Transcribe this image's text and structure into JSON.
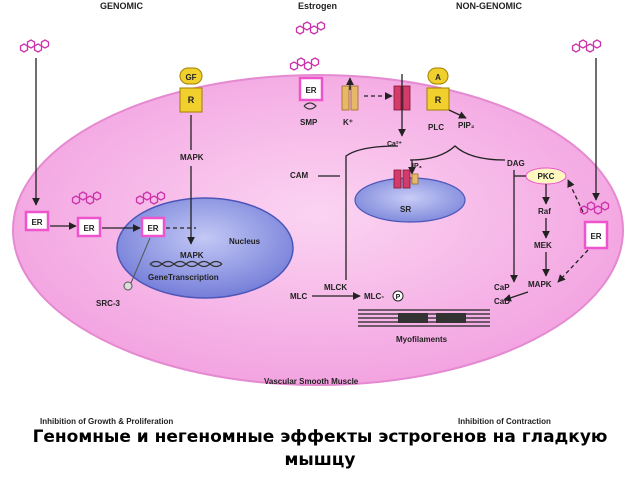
{
  "header": {
    "genomic": "GENOMIC",
    "estrogen": "Estrogen",
    "non_genomic": "NON-GENOMIC"
  },
  "labels": {
    "gf": "GF",
    "r": "R",
    "er": "ER",
    "a": "A",
    "smp": "SMP",
    "k": "K⁺",
    "plc": "PLC",
    "pip2": "PIP₂",
    "ca": "Ca²⁺",
    "ip3": "IP₃",
    "dag": "DAG",
    "cam": "CAM",
    "sr": "SR",
    "pkc": "PKC",
    "raf": "Raf",
    "mek": "MEK",
    "mapk": "MAPK",
    "nucleus": "Nucleus",
    "gene_transcription": "GeneTranscription",
    "src3": "SRC-3",
    "mlc": "MLC",
    "mlck": "MLCK",
    "mlc_p": "MLC-",
    "p": "P",
    "cap": "CaP",
    "cad": "CaD",
    "myofilaments": "Myofilaments",
    "vascular": "Vascular Smooth Muscle"
  },
  "footer": {
    "left": "Inhibition of Growth & Proliferation",
    "right": "Inhibition of Contraction"
  },
  "caption": "Геномные и негеномные эффекты эстрогенов на гладкую мышцу",
  "colors": {
    "cell_fill": "#f6b8e8",
    "nucleus_fill": "#8c95e0",
    "er_box": "#ee55cc",
    "receptor_yellow": "#f1d02e",
    "channel_pink": "#d23b6a",
    "channel_tan": "#e8b86a"
  }
}
